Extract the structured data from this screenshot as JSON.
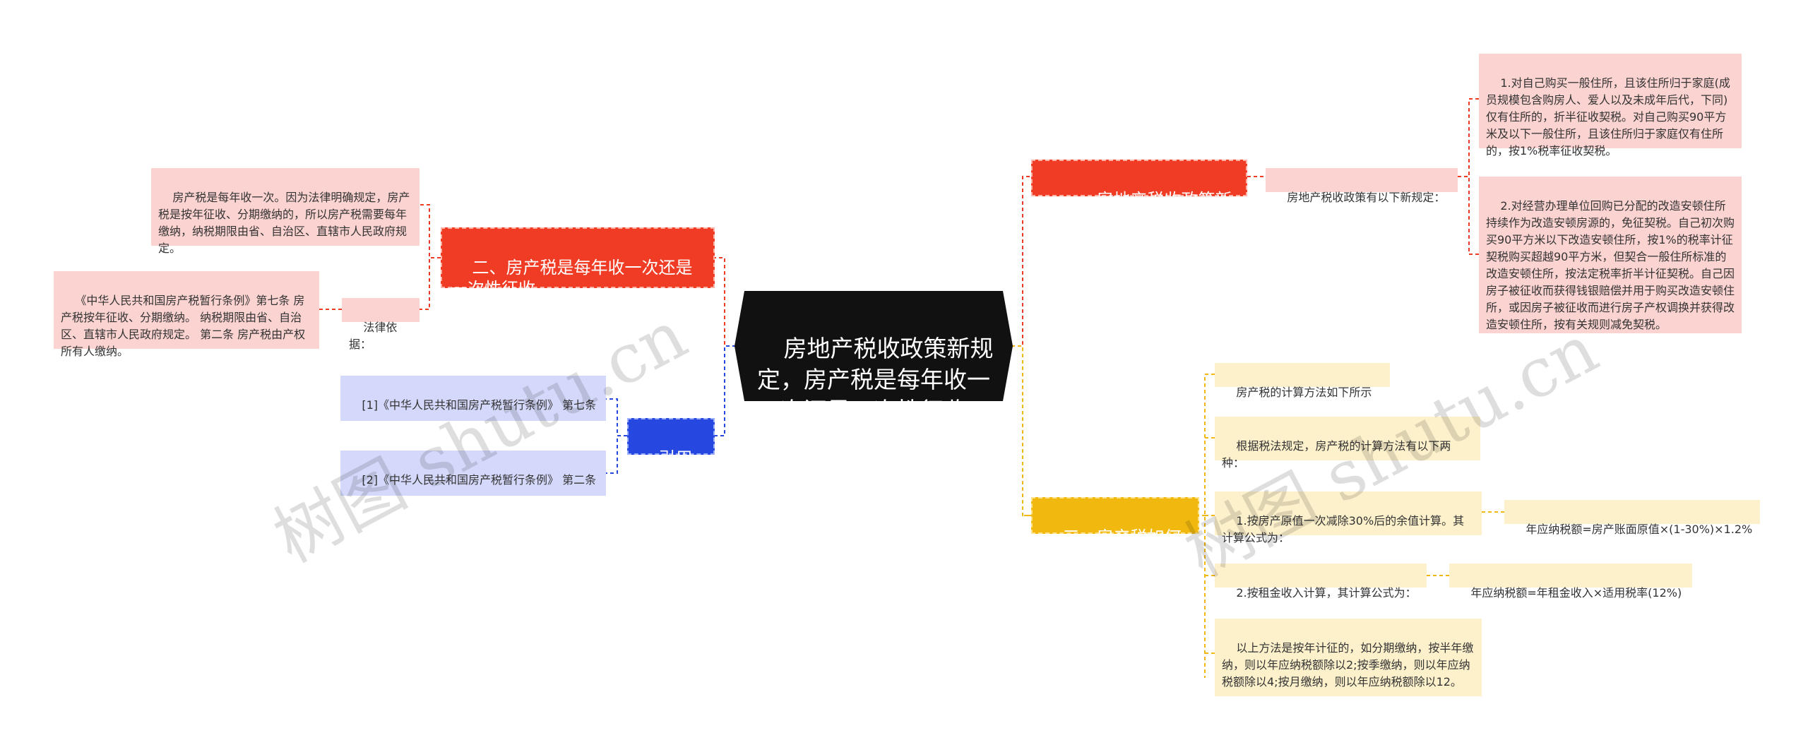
{
  "root": {
    "title": "房地产税收政策新规定，房产税是每年收一次还是一次性征收"
  },
  "branch1": {
    "label": "一、房地产税收政策新规定",
    "intro": "房地产税收政策有以下新规定：",
    "items": [
      "1.对自己购买一般住所，且该住所归于家庭(成员规模包含购房人、爱人以及未成年后代，下同)仅有住所的，折半征收契税。对自己购买90平方米及以下一般住所，且该住所归于家庭仅有住所的，按1%税率征收契税。",
      "2.对经营办理单位回购已分配的改造安顿住所持续作为改造安顿房源的，免征契税。自己初次购买90平方米以下改造安顿住所，按1%的税率计征契税购买超越90平方米，但契合一般住所标准的改造安顿住所，按法定税率折半计征契税。自己因房子被征收而获得钱银赔偿并用于购买改造安顿住所，或因房子被征收而进行房子产权调换并获得改造安顿住所，按有关规则减免契税。"
    ]
  },
  "branch2": {
    "label": "二、房产税是每年收一次还是一次性征收",
    "desc": "房产税是每年收一次。因为法律明确规定，房产税是按年征收、分期缴纳的，所以房产税需要每年缴纳，纳税期限由省、自治区、直辖市人民政府规定。",
    "law_label": "法律依据：",
    "law_text": "《中华人民共和国房产税暂行条例》第七条 房产税按年征收、分期缴纳。 纳税期限由省、自治区、直辖市人民政府规定。 第二条 房产税由产权所有人缴纳。"
  },
  "branch3": {
    "label": "引用法条",
    "items": [
      "[1]《中华人民共和国房产税暂行条例》 第七条",
      "[2]《中华人民共和国房产税暂行条例》 第二条"
    ]
  },
  "branch4": {
    "label": "三、房产税如何计算",
    "items": [
      "房产税的计算方法如下所示",
      "根据税法规定，房产税的计算方法有以下两种：",
      "1.按房产原值一次减除30%后的余值计算。其计算公式为：",
      "2.按租金收入计算，其计算公式为：",
      "以上方法是按年计征的，如分期缴纳，按半年缴纳，则以年应纳税额除以2;按季缴纳，则以年应纳税额除以4;按月缴纳，则以年应纳税额除以12。"
    ],
    "formula1": "年应纳税额=房产账面原值×(1-30%)×1.2%",
    "formula2": "年应纳税额=年租金收入×适用税率(12%)"
  },
  "watermarks": [
    "树图 shutu.cn",
    "树图 shutu.cn"
  ],
  "colors": {
    "red": "#f03c24",
    "blue": "#2748e0",
    "yellow": "#f1b90f",
    "root": "#111111"
  }
}
